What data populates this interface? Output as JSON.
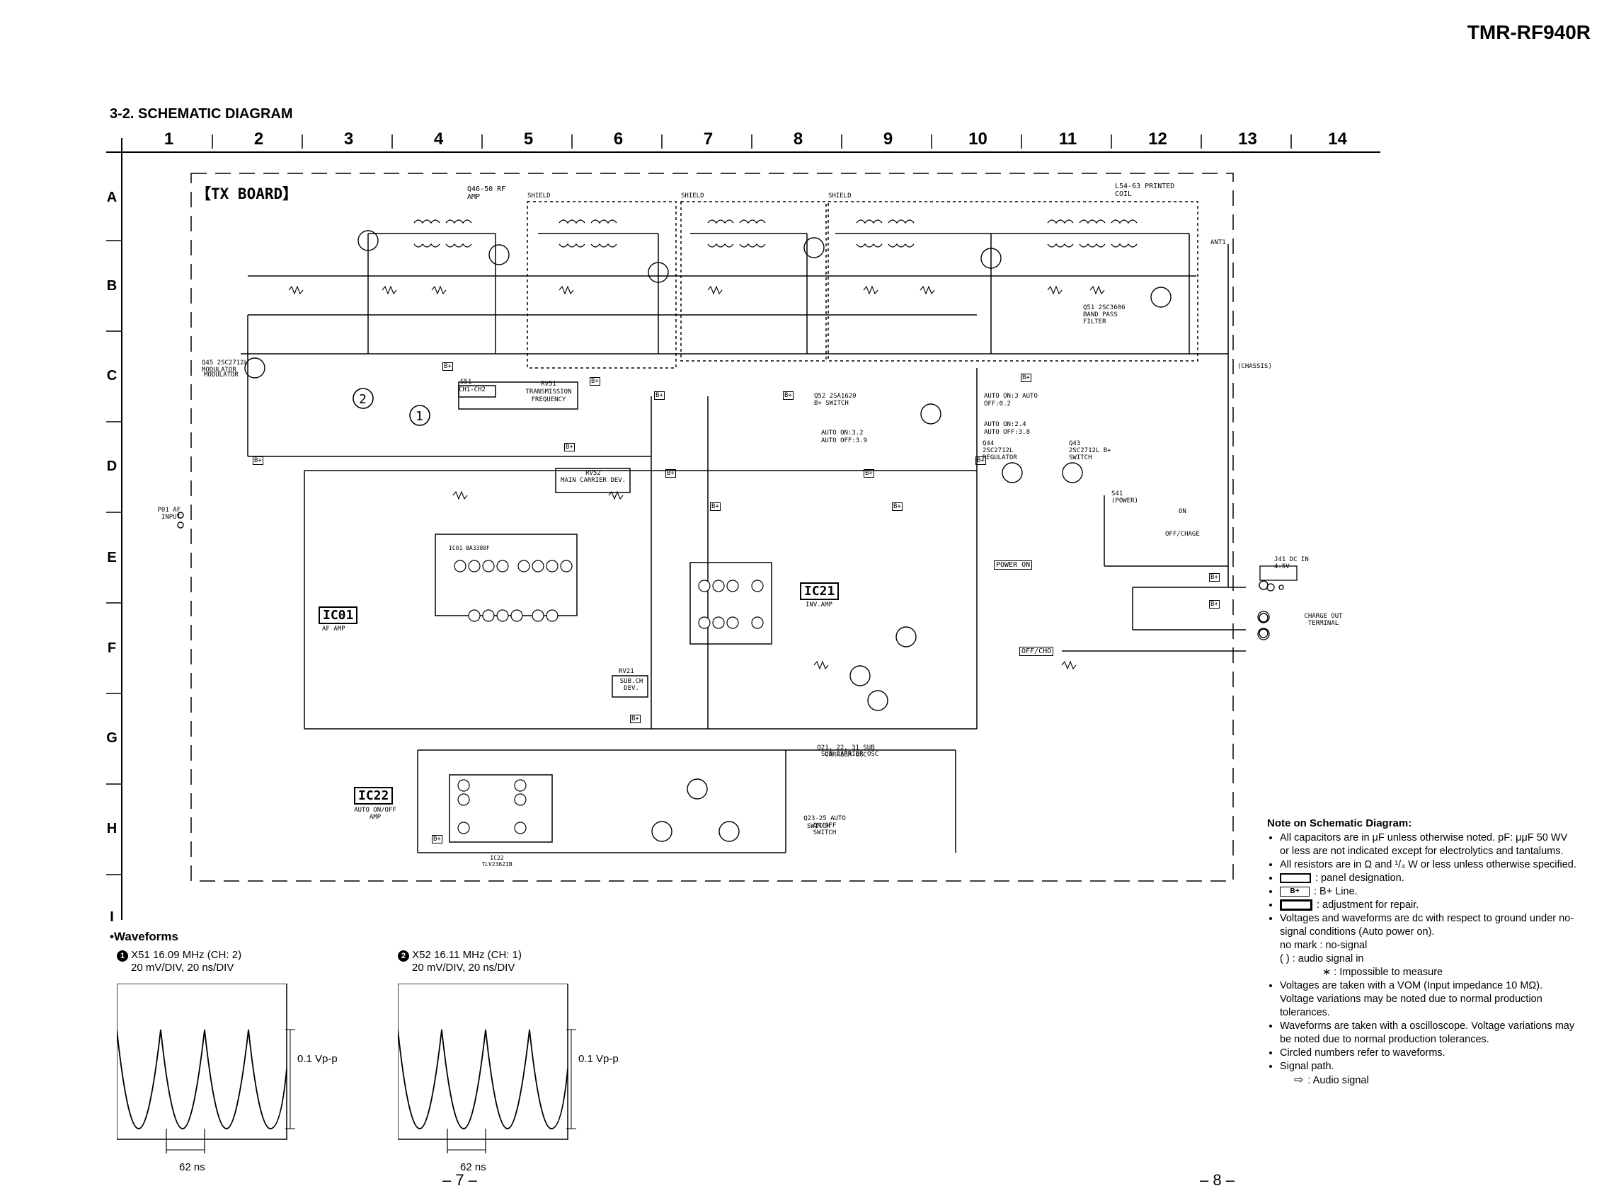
{
  "header": {
    "model": "TMR-RF940R"
  },
  "section": {
    "title": "3-2.  SCHEMATIC DIAGRAM"
  },
  "grid": {
    "columns": [
      "1",
      "2",
      "3",
      "4",
      "5",
      "6",
      "7",
      "8",
      "9",
      "10",
      "11",
      "12",
      "13",
      "14"
    ],
    "rows": [
      "A",
      "B",
      "C",
      "D",
      "E",
      "F",
      "G",
      "H",
      "I"
    ]
  },
  "board": {
    "title": "【TX BOARD】",
    "blocks": {
      "ic01": "IC01",
      "ic01_sub": "AF AMP",
      "ic21": "IC21",
      "ic21_sub": "INV.AMP",
      "ic22": "IC22",
      "ic22_sub": "AUTO ON/OFF AMP",
      "rv51": "RV51",
      "rv51_sub": "TRANSMISSION FREQUENCY",
      "rv52": "RV52",
      "rv52_sub": "MAIN CARRIER DEV.",
      "rv21": "RV21",
      "rv21_sub": "SUB.CH DEV.",
      "s51": "S51",
      "s51_sub": "CH1-CH2",
      "power_on": "POWER ON",
      "off_cho": "OFF/CHO"
    },
    "labels": {
      "rf_amp": "Q46-50 RF AMP",
      "printed_coil": "L54-63 PRINTED COIL",
      "modulator": "Q45 2SC2712L MODULATOR",
      "b_switch": "Q52 2SA1620 B+ SWITCH",
      "regulator": "Q44 2SC2712L REGULATOR",
      "b_switch2": "Q43 2SC2712L B+ SWITCH",
      "bpf": "Q51 2SC3606 BAND PASS FILTER",
      "sub_osc": "Q21, 22, 31 SUB CARRIER OSC",
      "auto_switch": "Q23-25 AUTO ON/OFF SWITCH",
      "af_input": "P01 AF INPUT",
      "dc_in": "J41 DC IN 4.5V",
      "charge_out": "CHARGE OUT TERMINAL",
      "chassis": "(CHASSIS)",
      "power_switch": "S41 (POWER)",
      "on": "ON",
      "off_charge": "OFF/CHAGE",
      "auto_on_off_1": "AUTO ON:3  AUTO OFF:0.2",
      "auto_on_off_2": "AUTO ON:2.4  AUTO OFF:3.8",
      "auto_on_off_3": "AUTO ON:3.2  AUTO OFF:3.9",
      "shield": "SHIELD",
      "ant": "ANT1",
      "bplus": "B+",
      "ic_ba": "IC01 BA3308F",
      "ic_tlv": "IC22 TLV2362IB"
    }
  },
  "waveforms": {
    "title": "•Waveforms",
    "w1": {
      "num": "1",
      "title": "X51 16.09 MHz (CH: 2)",
      "scale": "20 mV/DIV, 20 ns/DIV",
      "vpp": "0.1 Vp-p",
      "period": "62 ns"
    },
    "w2": {
      "num": "2",
      "title": "X52 16.11 MHz (CH: 1)",
      "scale": "20 mV/DIV, 20 ns/DIV",
      "vpp": "0.1 Vp-p",
      "period": "62 ns"
    }
  },
  "notes": {
    "title": "Note on Schematic Diagram:",
    "items": [
      "All capacitors are in μF unless otherwise noted.  pF: μμF 50 WV or less are not indicated except for electrolytics and tantalums.",
      "All resistors are in Ω and ¹/₄ W or less unless otherwise specified.",
      ": panel designation.",
      ": B+ Line.",
      ": adjustment for repair.",
      "Voltages and waveforms are dc with respect to ground under no-signal conditions (Auto power on).",
      "no mark : no-signal",
      "(        ) : audio signal in",
      "∗    : Impossible to measure",
      "Voltages are taken with a VOM (Input impedance 10 MΩ). Voltage variations may be noted due to normal production tolerances.",
      "Waveforms are taken with a oscilloscope. Voltage variations may be noted due to normal production tolerances.",
      "Circled numbers refer to waveforms.",
      "Signal path.",
      ": Audio signal"
    ]
  },
  "pages": {
    "left": "– 7 –",
    "right": "– 8 –"
  }
}
